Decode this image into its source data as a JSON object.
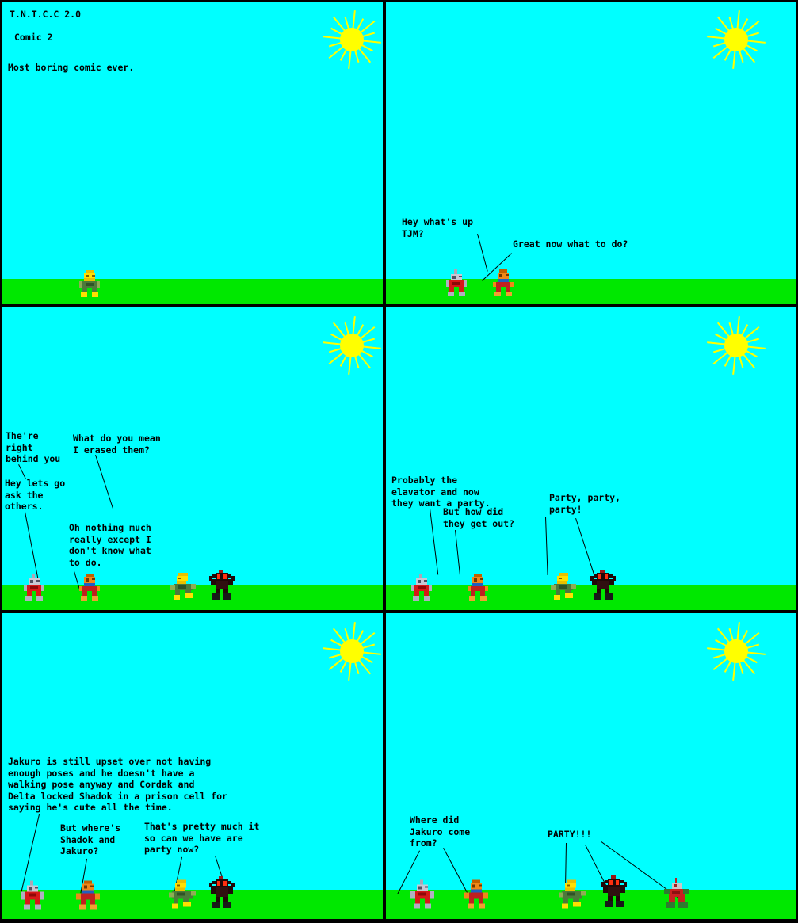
{
  "meta": {
    "title": "T.N.T.C.C 2.0",
    "subtitle": "Comic 2",
    "caption": "Most boring comic ever.",
    "sky_color": "#00FFFF",
    "ground_color": "#00E800",
    "sun_color": "#FFFF00",
    "border_color": "#000000",
    "text_color": "#000000",
    "panel_count": 6
  },
  "panels": [
    {
      "id": "panel-1",
      "texts": [
        {
          "name": "title-line",
          "text": "T.N.T.C.C 2.0"
        },
        {
          "name": "subtitle-line",
          "text": "Comic 2"
        },
        {
          "name": "caption-line",
          "text": "Most boring comic ever."
        }
      ],
      "characters": [
        {
          "name": "jakuro",
          "colors": "yellow-green"
        }
      ]
    },
    {
      "id": "panel-2",
      "texts": [
        {
          "name": "speech-tjm-greeting",
          "text": "Hey what's up\nTJM?"
        },
        {
          "name": "speech-what-to-do",
          "text": "Great now what to do?"
        }
      ],
      "characters": [
        {
          "name": "cordak",
          "colors": "red-silver"
        },
        {
          "name": "tjm",
          "colors": "orange-red"
        }
      ]
    },
    {
      "id": "panel-3",
      "texts": [
        {
          "name": "speech-right-behind-you",
          "text": "The're\nright\nbehind you"
        },
        {
          "name": "speech-ask-the-others",
          "text": "Hey lets go\nask the\nothers."
        },
        {
          "name": "speech-erased-them",
          "text": "What do you mean\nI erased them?"
        },
        {
          "name": "speech-nothing-much",
          "text": "Oh nothing much\nreally except I\ndon't know what\nto do."
        }
      ],
      "characters": [
        {
          "name": "cordak",
          "colors": "red-silver"
        },
        {
          "name": "tjm",
          "colors": "orange-red"
        },
        {
          "name": "jakuro",
          "colors": "yellow-green"
        },
        {
          "name": "shadok",
          "colors": "black-red"
        }
      ]
    },
    {
      "id": "panel-4",
      "texts": [
        {
          "name": "speech-elavator-party",
          "text": "Probably the\nelavator and now\nthey want a party."
        },
        {
          "name": "speech-how-get-out",
          "text": "But how did\nthey get out?"
        },
        {
          "name": "speech-party-party-party",
          "text": "Party, party,\nparty!"
        }
      ],
      "characters": [
        {
          "name": "cordak",
          "colors": "red-silver"
        },
        {
          "name": "tjm",
          "colors": "orange-red"
        },
        {
          "name": "jakuro",
          "colors": "yellow-green"
        },
        {
          "name": "shadok",
          "colors": "black-red"
        }
      ]
    },
    {
      "id": "panel-5",
      "texts": [
        {
          "name": "narration-jakuro-upset",
          "text": "Jakuro is still upset over not having\nenough poses and he doesn't have a\nwalking pose anyway and Cordak and\nDelta locked Shadok in a prison cell for\nsaying he's cute all the time."
        },
        {
          "name": "speech-wheres-shadok",
          "text": "But where's\nShadok and\nJakuro?"
        },
        {
          "name": "speech-pretty-much-it",
          "text": "That's pretty much it\nso can we have are\nparty now?"
        }
      ],
      "characters": [
        {
          "name": "cordak",
          "colors": "red-silver"
        },
        {
          "name": "tjm",
          "colors": "orange-red"
        },
        {
          "name": "jakuro",
          "colors": "yellow-green"
        },
        {
          "name": "shadok",
          "colors": "black-red"
        }
      ]
    },
    {
      "id": "panel-6",
      "texts": [
        {
          "name": "speech-where-did-jakuro",
          "text": "Where did\nJakuro come\nfrom?"
        },
        {
          "name": "speech-party-exclaim",
          "text": "PARTY!!!"
        }
      ],
      "characters": [
        {
          "name": "cordak",
          "colors": "red-silver"
        },
        {
          "name": "tjm",
          "colors": "orange-red"
        },
        {
          "name": "jakuro",
          "colors": "yellow-green"
        },
        {
          "name": "shadok",
          "colors": "black-red"
        },
        {
          "name": "delta",
          "colors": "red-green"
        }
      ]
    }
  ]
}
